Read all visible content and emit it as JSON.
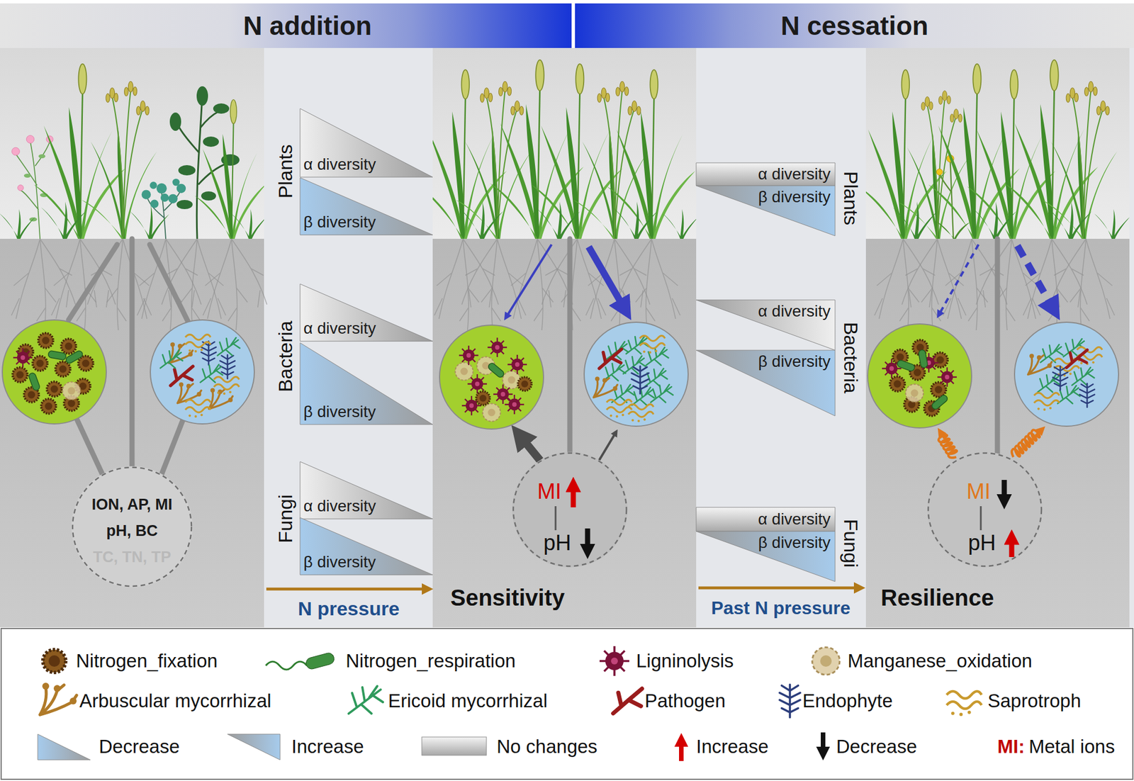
{
  "diagram": {
    "nodes": [
      {
        "text": [
          "N addition"
        ]
      },
      {
        "text": [
          "N cessation"
        ]
      },
      {
        "text": [
          "ION, AP, MI",
          "pH, BC",
          "TC, TN, TP"
        ]
      },
      {
        "text": [
          "α diversity"
        ]
      },
      {
        "text": [
          "β diversity"
        ]
      },
      {
        "text": [
          "α diversity"
        ]
      },
      {
        "text": [
          "β diversity"
        ]
      },
      {
        "text": [
          "α diversity"
        ]
      },
      {
        "text": [
          "β diversity"
        ]
      },
      {
        "text": [
          "MI",
          "pH"
        ]
      },
      {
        "text": [
          "α diversity"
        ]
      },
      {
        "text": [
          "β diversity"
        ]
      },
      {
        "text": [
          "α diversity"
        ]
      },
      {
        "text": [
          "β diversity"
        ]
      },
      {
        "text": [
          "α diversity"
        ]
      },
      {
        "text": [
          "β diversity"
        ]
      },
      {
        "text": [
          "MI",
          "pH"
        ]
      }
    ],
    "labels": [
      "Plants",
      "Bacteria",
      "Fungi",
      "N pressure",
      "Sensitivity",
      "Plants",
      "Bacteria",
      "Fungi",
      "Past N pressure",
      "Resilience",
      "MI:"
    ],
    "legend": [
      {
        "text": "Nitrogen_fixation"
      },
      {
        "text": "Nitrogen_respiration"
      },
      {
        "text": "Ligninolysis"
      },
      {
        "text": "Manganese_oxidation"
      },
      {
        "text": "Arbuscular mycorrhizal"
      },
      {
        "text": "Ericoid mycorrhizal"
      },
      {
        "text": "Pathogen"
      },
      {
        "text": "Endophyte"
      },
      {
        "text": "Saprotroph"
      },
      {
        "text": "Decrease"
      },
      {
        "text": "Increase"
      },
      {
        "text": "No changes"
      },
      {
        "text": "Increase"
      },
      {
        "text": "Decrease"
      },
      {
        "text": "Metal ions"
      }
    ]
  }
}
